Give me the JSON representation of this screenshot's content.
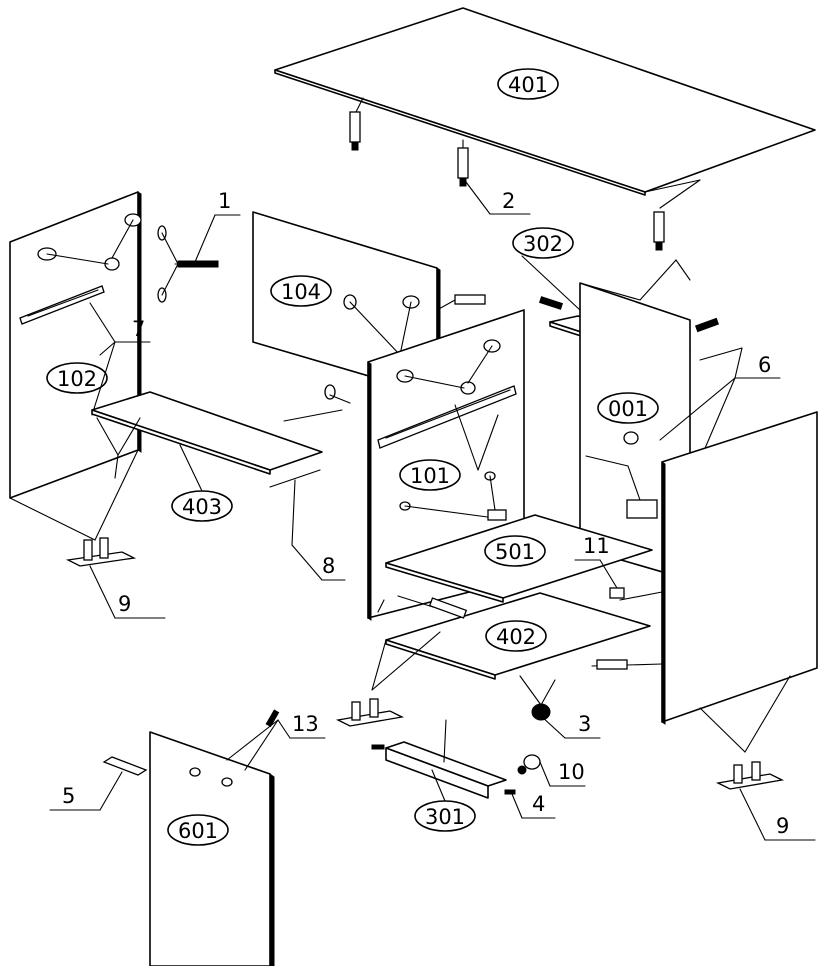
{
  "part_labels": {
    "p401": "401",
    "p104": "104",
    "p302": "302",
    "p102": "102",
    "p001": "001",
    "p101": "101",
    "p403": "403",
    "p501": "501",
    "p402": "402",
    "p301": "301",
    "p601": "601"
  },
  "hardware_labels": {
    "h1": "1",
    "h2": "2",
    "h3": "3",
    "h4": "4",
    "h5": "5",
    "h6": "6",
    "h7": "7",
    "h8": "8",
    "h9a": "9",
    "h9b": "9",
    "h10": "10",
    "h11": "11",
    "h13": "13"
  },
  "colors": {
    "line": "#000000",
    "background": "#ffffff"
  }
}
